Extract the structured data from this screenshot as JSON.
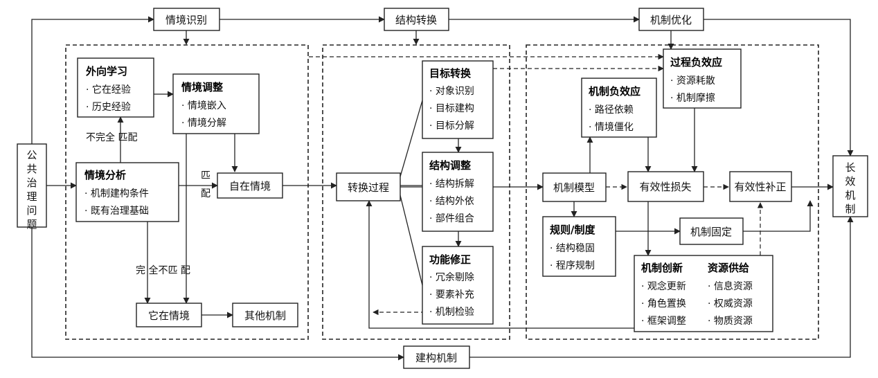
{
  "nodes": {
    "public_issue": "公共治理问题",
    "situation_identify": "情境识别",
    "structure_transform": "结构转换",
    "mechanism_optimize": "机制优化",
    "build_mechanism": "建构机制",
    "long_term": "长效机制",
    "external_learning": {
      "title": "外向学习",
      "items": [
        "· 它在经验",
        "· 历史经验"
      ]
    },
    "situation_adjust": {
      "title": "情境调整",
      "items": [
        "· 情境嵌入",
        "· 情境分解"
      ]
    },
    "situation_analysis": {
      "title": "情境分析",
      "items": [
        "· 机制建构条件",
        "· 既有治理基础"
      ]
    },
    "self_situation": "自在情境",
    "other_situation": "它在情境",
    "other_mechanism": "其他机制",
    "transform_process": "转换过程",
    "goal_transform": {
      "title": "目标转换",
      "items": [
        "· 对象识别",
        "· 目标建构",
        "· 目标分解"
      ]
    },
    "structure_adjust": {
      "title": "结构调整",
      "items": [
        "· 结构拆解",
        "· 结构外依",
        "· 部件组合"
      ]
    },
    "function_fix": {
      "title": "功能修正",
      "items": [
        "· 冗余剔除",
        "· 要素补充",
        "· 机制检验"
      ]
    },
    "process_negative": {
      "title": "过程负效应",
      "items": [
        "· 资源耗散",
        "· 机制摩擦"
      ]
    },
    "mechanism_negative": {
      "title": "机制负效应",
      "items": [
        "· 路径依赖",
        "· 情境僵化"
      ]
    },
    "mechanism_model": "机制模型",
    "effect_loss": "有效性损失",
    "effect_fix": "有效性补正",
    "rules": {
      "title": "规则/制度",
      "items": [
        "· 结构稳固",
        "· 程序规制"
      ]
    },
    "mechanism_fixed": "机制固定",
    "innovation": {
      "title": "机制创新",
      "items": [
        "· 观念更新",
        "· 角色置换",
        "· 框架调整"
      ]
    },
    "resource": {
      "title": "资源供给",
      "items": [
        "· 信息资源",
        "· 权威资源",
        "· 物质资源"
      ]
    }
  },
  "labels": {
    "incomplete_match": "不完全 匹配",
    "match": "匹配",
    "no_match": "完 全不匹 配"
  }
}
